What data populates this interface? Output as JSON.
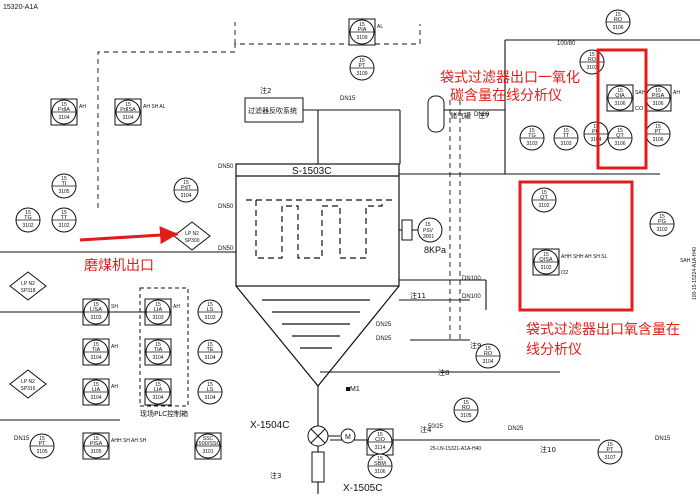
{
  "drawing_id": "15320-A1A",
  "equipment": {
    "filter": "S-1503C",
    "feeder": "X-1504C",
    "conveyor": "X-1505C",
    "psv": {
      "tag1": "15",
      "tag2": "PSV",
      "tag3": "3001"
    },
    "psv_setpoint": "8KPa",
    "blowback_box": "过滤器反吹系统",
    "blowback_note": "注2",
    "gas_tank": "储气罐",
    "plc_panel": "现场PLC控制箱",
    "motor_letter": "M",
    "motor_tag": "M1"
  },
  "annotations": {
    "co_analyzer": "袋式过滤器出口一氧化碳含量在线分析仪",
    "o2_analyzer": "袋式过滤器出口氧含量在线分析仪",
    "mill_outlet": "磨煤机出口"
  },
  "pipes": {
    "dn100_top": "100/80",
    "dn100_a": "DN100",
    "dn100_b": "DN100",
    "dn80": "DN80",
    "dn50_a": "DN50",
    "dn50_b": "DN50",
    "dn50_c": "DN50",
    "dn25_a": "DN25",
    "dn25_b": "DN25",
    "dn25_c": "DN25",
    "dn15_a": "DN15",
    "dn15_b": "DN15",
    "dn15_c": "DN15",
    "line_5025": "50/25",
    "line_no": "25-LN-15321-A1A-H40",
    "right_line": "100-15-15324-A1A-H40",
    "right_sah": "SAH"
  },
  "notes": {
    "n3": "注3",
    "n4": "注4",
    "n7": "注7",
    "n8": "注8",
    "n9": "注9",
    "n10": "注10",
    "n11": "注11"
  },
  "instruments": [
    {
      "name": "pia",
      "unit": "15",
      "tag": "PIA",
      "no": "3109",
      "alarm": "AL"
    },
    {
      "name": "pt3109",
      "unit": "15",
      "tag": "PT",
      "no": "3109",
      "alarm": ""
    },
    {
      "name": "pdia",
      "unit": "15",
      "tag": "PdIA",
      "no": "3104",
      "alarm": "AH"
    },
    {
      "name": "pdisa",
      "unit": "15",
      "tag": "PdISA",
      "no": "3104",
      "alarm": "AH SH AL"
    },
    {
      "name": "ti3105",
      "unit": "15",
      "tag": "TI",
      "no": "3105",
      "alarm": ""
    },
    {
      "name": "tg3102",
      "unit": "15",
      "tag": "TG",
      "no": "3102",
      "alarm": ""
    },
    {
      "name": "tt3102",
      "unit": "15",
      "tag": "TT",
      "no": "3102",
      "alarm": ""
    },
    {
      "name": "pdt3104",
      "unit": "15",
      "tag": "PdT",
      "no": "3104",
      "alarm": ""
    },
    {
      "name": "tg3103",
      "unit": "15",
      "tag": "TG",
      "no": "3103",
      "alarm": ""
    },
    {
      "name": "tt3103",
      "unit": "15",
      "tag": "TT",
      "no": "3103",
      "alarm": ""
    },
    {
      "name": "pg3104",
      "unit": "15",
      "tag": "PG",
      "no": "3104",
      "alarm": ""
    },
    {
      "name": "ro3106",
      "unit": "15",
      "tag": "RO",
      "no": "3106",
      "alarm": ""
    },
    {
      "name": "qia",
      "unit": "15",
      "tag": "QIA",
      "no": "3106",
      "alarm": "SAHH AH",
      "note": "CO"
    },
    {
      "name": "qt3106",
      "unit": "15",
      "tag": "QT",
      "no": "3106",
      "alarm": ""
    },
    {
      "name": "pisa",
      "unit": "15",
      "tag": "PISA",
      "no": "3106",
      "alarm": "AH"
    },
    {
      "name": "pt3106",
      "unit": "15",
      "tag": "PT",
      "no": "3106",
      "alarm": ""
    },
    {
      "name": "ro3103",
      "unit": "15",
      "tag": "RO",
      "no": "3103",
      "alarm": ""
    },
    {
      "name": "qt3102",
      "unit": "15",
      "tag": "QT",
      "no": "3102",
      "alarm": ""
    },
    {
      "name": "qisa",
      "unit": "15",
      "tag": "QISA",
      "no": "3102",
      "alarm": "AHH SHH AH SH SL",
      "note": "O2"
    },
    {
      "name": "pg3102",
      "unit": "15",
      "tag": "PG",
      "no": "3102",
      "alarm": ""
    },
    {
      "name": "lisa",
      "unit": "15",
      "tag": "LISA",
      "no": "3103",
      "alarm": "SH"
    },
    {
      "name": "lia",
      "unit": "15",
      "tag": "LIA",
      "no": "3103",
      "alarm": "AH"
    },
    {
      "name": "ls3103",
      "unit": "15",
      "tag": "LS",
      "no": "3103",
      "alarm": ""
    },
    {
      "name": "tia",
      "unit": "15",
      "tag": "TIA",
      "no": "3104",
      "alarm": "AH"
    },
    {
      "name": "tia2",
      "unit": "15",
      "tag": "TIA",
      "no": "3104",
      "alarm": ""
    },
    {
      "name": "te3104",
      "unit": "15",
      "tag": "TE",
      "no": "3104",
      "alarm": ""
    },
    {
      "name": "lia2",
      "unit": "15",
      "tag": "LIA",
      "no": "3104",
      "alarm": "AH"
    },
    {
      "name": "lia3",
      "unit": "15",
      "tag": "LIA",
      "no": "3104",
      "alarm": ""
    },
    {
      "name": "ls3104",
      "unit": "15",
      "tag": "LS",
      "no": "3104",
      "alarm": ""
    },
    {
      "name": "pt3105",
      "unit": "15",
      "tag": "PT",
      "no": "3105",
      "alarm": ""
    },
    {
      "name": "pisa3105",
      "unit": "15",
      "tag": "PISA",
      "no": "3105",
      "alarm": "AHH SH AH SH"
    },
    {
      "name": "cio",
      "unit": "15",
      "tag": "CIO",
      "no": "3114",
      "alarm": ""
    },
    {
      "name": "ro3104",
      "unit": "15",
      "tag": "RO",
      "no": "3104",
      "alarm": ""
    },
    {
      "name": "ro3105",
      "unit": "15",
      "tag": "RO",
      "no": "3105",
      "alarm": ""
    },
    {
      "name": "sbm",
      "unit": "15",
      "tag": "SBM",
      "no": "3106",
      "alarm": ""
    },
    {
      "name": "pt3107",
      "unit": "15",
      "tag": "PT",
      "no": "3107",
      "alarm": ""
    },
    {
      "name": "ssc",
      "unit": "SSC",
      "tag": "1500/SSC",
      "no": "3101",
      "alarm": ""
    }
  ],
  "interlocks": [
    {
      "name": "lp-n2",
      "line1": "LP N2",
      "line2": "SP318"
    },
    {
      "name": "lp-n2-b",
      "line1": "LP N2",
      "line2": "SP300"
    },
    {
      "name": "lp-n2-c",
      "line1": "LP N2",
      "line2": "SP316"
    }
  ]
}
